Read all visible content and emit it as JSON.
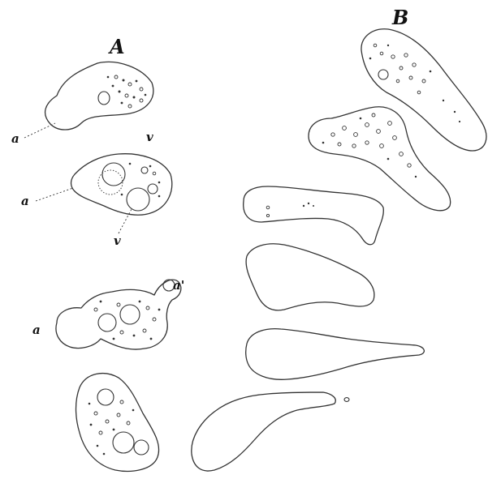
{
  "figure": {
    "group_a_label": "A",
    "group_b_label": "B",
    "labels": {
      "a1": "a",
      "a2": "a",
      "v_top": "v",
      "v_bottom": "v",
      "a3": "a",
      "a4": "a'"
    }
  }
}
